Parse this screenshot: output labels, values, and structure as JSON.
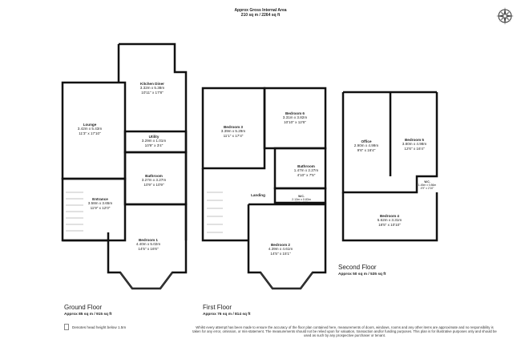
{
  "header": {
    "title": "Approx Gross Internal Area",
    "area": "210 sq m / 2264 sq ft"
  },
  "icons": {
    "compass": "compass-rose-icon"
  },
  "floors": [
    {
      "name": "Ground Floor",
      "area": "Approx 85 sq m / 915 sq ft",
      "rooms": [
        {
          "name": "Kitchen Diner",
          "metric": "3.32m x 5.38m",
          "imperial": "10'11\" x 17'8\""
        },
        {
          "name": "Lounge",
          "metric": "3.42m x 5.43m",
          "imperial": "11'3\" x 17'10\""
        },
        {
          "name": "Utility",
          "metric": "3.29m x 1.01m",
          "imperial": "10'9\" x 3'4\""
        },
        {
          "name": "Bathroom",
          "metric": "3.27m x 3.27m",
          "imperial": "10'9\" x 10'9\""
        },
        {
          "name": "Entrance",
          "metric": "3.58m x 3.65m",
          "imperial": "11'9\" x 12'0\""
        },
        {
          "name": "Bedroom 1",
          "metric": "4.40m x 5.02m",
          "imperial": "14'5\" x 16'6\""
        }
      ]
    },
    {
      "name": "First Floor",
      "area": "Approx 76 sq m / 814 sq ft",
      "rooms": [
        {
          "name": "Bedroom 3",
          "metric": "3.39m x 5.29m",
          "imperial": "11'1\" x 17'4\""
        },
        {
          "name": "Bedroom 6",
          "metric": "3.31m x 3.82m",
          "imperial": "10'10\" x 12'6\""
        },
        {
          "name": "Bathroom",
          "metric": "1.47m x 2.27m",
          "imperial": "4'10\" x 7'5\""
        },
        {
          "name": "W.C.",
          "metric": "2.13m x 0.83m",
          "imperial": "7'0\" x 2'9\""
        },
        {
          "name": "Landing",
          "metric": "",
          "imperial": ""
        },
        {
          "name": "Bedroom 2",
          "metric": "4.39m x 4.61m",
          "imperial": "14'5\" x 15'1\""
        }
      ]
    },
    {
      "name": "Second Floor",
      "area": "Approx 50 sq m / 535 sq ft",
      "rooms": [
        {
          "name": "Office",
          "metric": "2.90m x 4.99m",
          "imperial": "9'6\" x 16'4\""
        },
        {
          "name": "Bedroom 5",
          "metric": "3.80m x 4.98m",
          "imperial": "12'6\" x 16'4\""
        },
        {
          "name": "W.C.",
          "metric": "1.45m x 0.86m",
          "imperial": "4'9\" x 2'10\""
        },
        {
          "name": "Bedroom 4",
          "metric": "5.62m x 3.31m",
          "imperial": "18'5\" x 10'10\""
        }
      ]
    }
  ],
  "legend": {
    "label": "Denotes head height below 1.5m"
  },
  "disclaimer": "Whilst every attempt has been made to ensure the accuracy of the floor plan contained here, measurements of doors, windows, rooms and any other items are approximate and no responsibility is taken for any error, omission, or mis-statement. The measurements should not be relied upon for valuation, transaction and/or funding purposes. This plan is for illustrative purposes only and should be used as such by any prospective purchaser or tenant."
}
